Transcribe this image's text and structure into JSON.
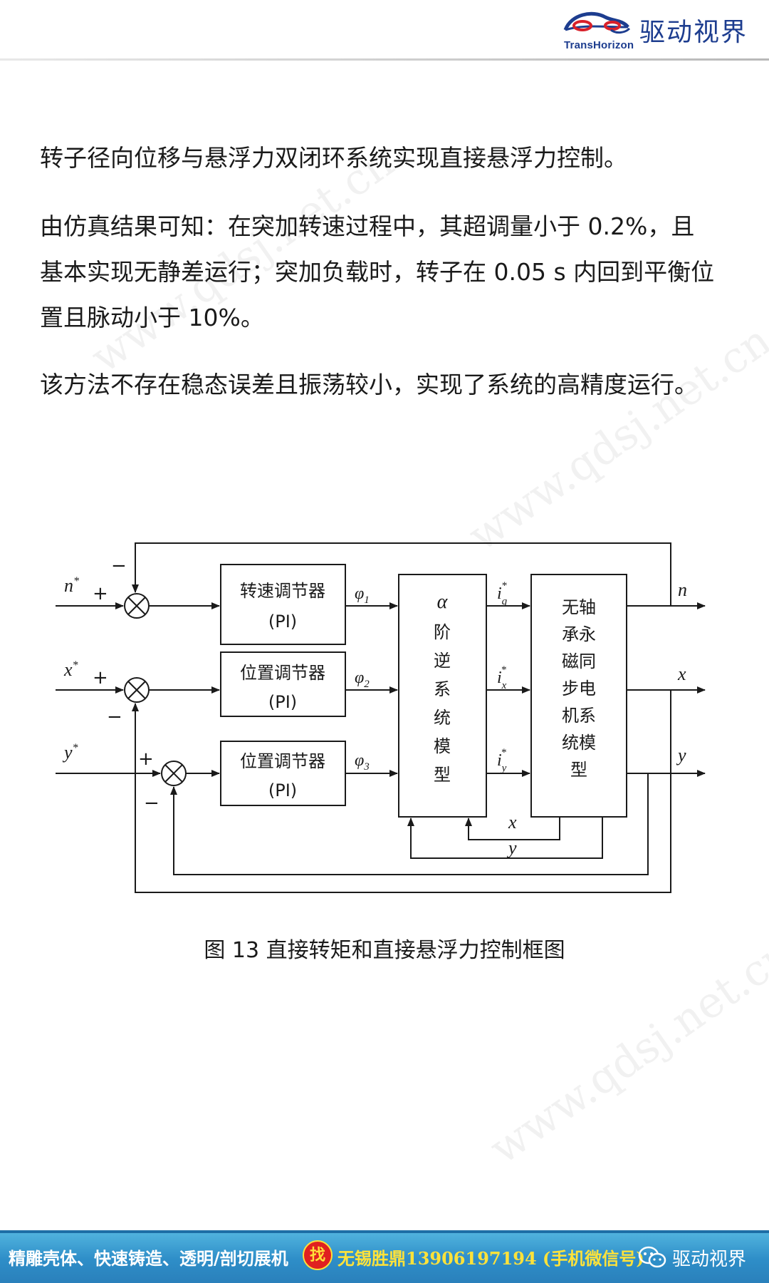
{
  "header": {
    "brand_en": "TransHorizon",
    "brand_cn": "驱动视界",
    "colors": {
      "brand_blue": "#1d3d8f",
      "brand_red": "#d8202a"
    }
  },
  "paragraphs": [
    "转子径向位移与悬浮力双闭环系统实现直接悬浮力控制。",
    "由仿真结果可知：在突加转速过程中，其超调量小于 0.2%，且基本实现无静差运行；突加负载时，转子在 0.05 s 内回到平衡位置且脉动小于 10%。",
    "该方法不存在稳态误差且振荡较小，实现了系统的高精度运行。"
  ],
  "watermark": "www.qdsj.net.cn",
  "diagram": {
    "inputs": [
      "n",
      "x",
      "y"
    ],
    "input_star": "*",
    "signs": {
      "plus": "+",
      "minus": "−"
    },
    "controllers": [
      {
        "name": "转速调节器",
        "type": "(PI)",
        "output": "φ",
        "sub": "1"
      },
      {
        "name": "位置调节器",
        "type": "(PI)",
        "output": "φ",
        "sub": "2"
      },
      {
        "name": "位置调节器",
        "type": "(PI)",
        "output": "φ",
        "sub": "3"
      }
    ],
    "inverse_model": {
      "alpha": "α",
      "chars": [
        "阶",
        "逆",
        "系",
        "统",
        "模",
        "型"
      ]
    },
    "currents": [
      {
        "base": "i",
        "sub": "q",
        "sup": "*"
      },
      {
        "base": "i",
        "sub": "x",
        "sup": "*"
      },
      {
        "base": "i",
        "sub": "y",
        "sup": "*"
      }
    ],
    "motor_lines": [
      "无轴",
      "承永",
      "磁同",
      "步电",
      "机系",
      "统模",
      "型"
    ],
    "outputs": [
      "n",
      "x",
      "y"
    ],
    "feedback_labels": [
      "x",
      "y"
    ]
  },
  "caption": "图 13 直接转矩和直接悬浮力控制框图",
  "footer": {
    "ad_text": "精雕壳体、快速铸造、透明/剖切展机",
    "ad_badge": "找",
    "ad_contact": "无锡胜鼎13906197194 (手机微信号)",
    "wechat_name": "驱动视界",
    "colors": {
      "bar": "#2e8ec8",
      "contact": "#ffe23a",
      "badge": "#e02020"
    }
  }
}
